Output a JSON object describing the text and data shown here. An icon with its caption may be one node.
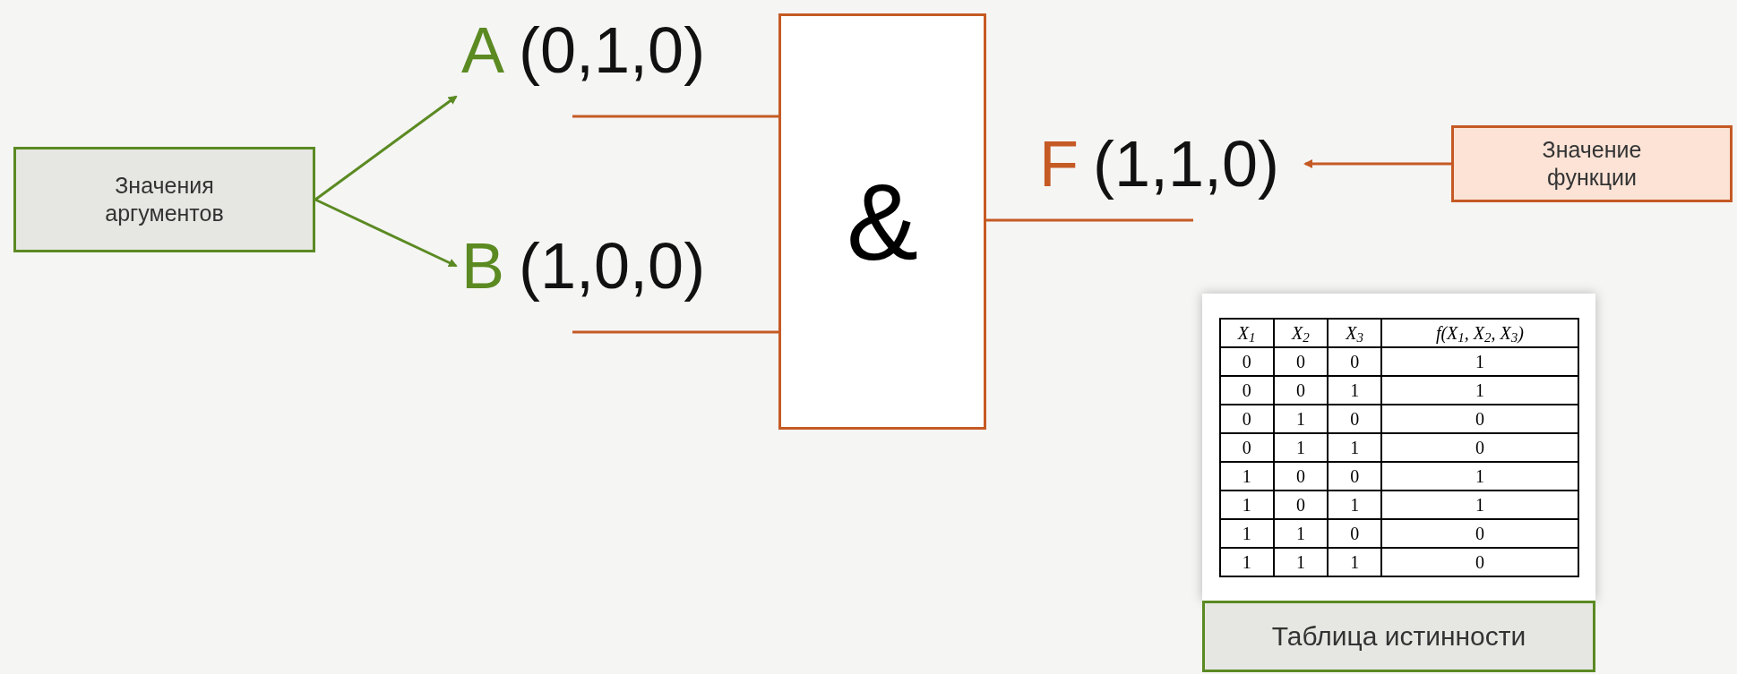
{
  "diagram": {
    "nodes": [
      {
        "text": [
          "Значения аргументов"
        ]
      },
      {
        "text": [
          "A",
          "(0,1,0)"
        ]
      },
      {
        "text": [
          "B",
          "(1,0,0)"
        ]
      },
      {
        "text": [
          "&"
        ]
      },
      {
        "text": [
          "F",
          "(1,1,0)"
        ]
      },
      {
        "text": [
          "Значение функции"
        ]
      },
      {
        "text": [
          "Таблица истинности"
        ]
      }
    ],
    "edges": [
      {
        "from": 0,
        "to": 1,
        "arrow": "to",
        "color": "#5b8a22"
      },
      {
        "from": 0,
        "to": 2,
        "arrow": "to",
        "color": "#5b8a22"
      },
      {
        "from": 1,
        "to": 3,
        "arrow": "none"
      },
      {
        "from": 2,
        "to": 3,
        "arrow": "none"
      },
      {
        "from": 3,
        "to": 4,
        "arrow": "none"
      },
      {
        "from": 5,
        "to": 4,
        "arrow": "to"
      }
    ],
    "labels": [
      "X$_{1}$",
      "X$_{2}$",
      "X$_{3}$",
      "f(X$_{1}$, X$_{2}$, X$_{3}$)",
      "0",
      "0",
      "0",
      "1",
      "0",
      "0",
      "1",
      "1",
      "0",
      "1",
      "0",
      "0",
      "0",
      "1",
      "1",
      "0",
      "1",
      "0",
      "0",
      "1",
      "1",
      "0",
      "1",
      "1",
      "1",
      "1",
      "0",
      "0",
      "1",
      "1",
      "1",
      "0"
    ]
  }
}
